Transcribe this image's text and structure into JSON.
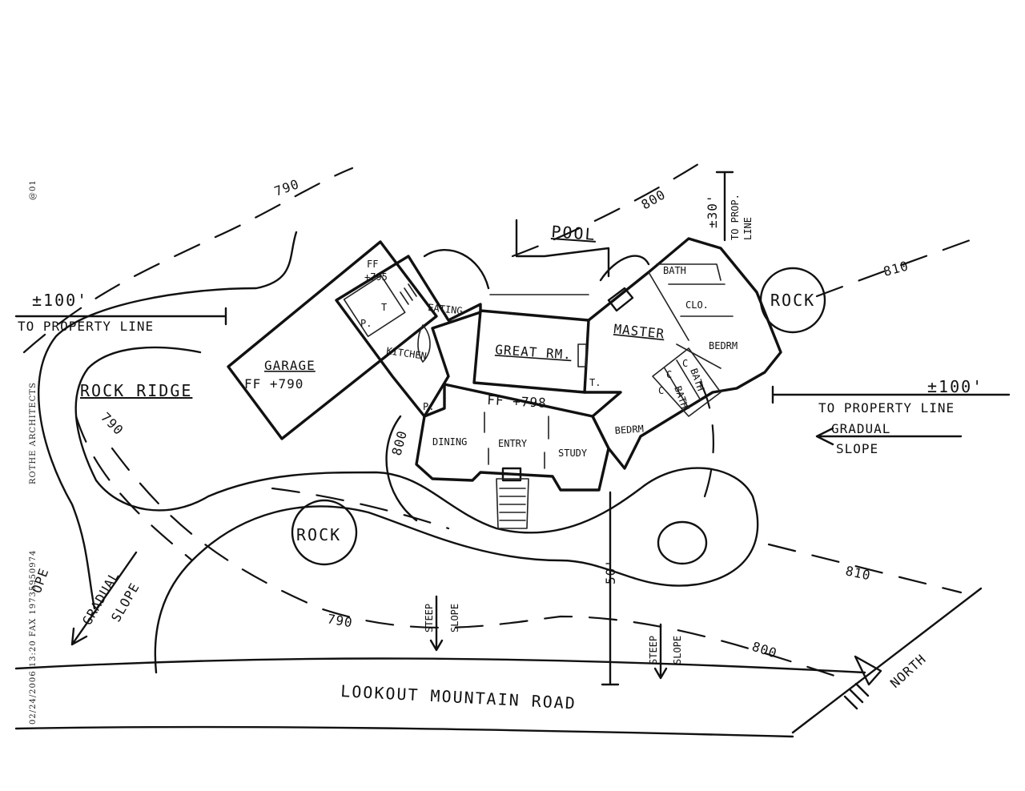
{
  "fax": {
    "page": "@01",
    "firm": "ROTHE ARCHITECTS",
    "header": "02/24/2006 13:20  FAX 19735950974"
  },
  "labels": {
    "pool": "POOL",
    "rock_a": "ROCK",
    "rock_b": "ROCK",
    "garage": "GARAGE",
    "garage_ff": "FF +790",
    "rock_ridge": "ROCK RIDGE",
    "kitchen": "KITCHEN",
    "eating": "EATING",
    "stair_ff": "FF",
    "stair_ff_val": "+795",
    "p": "P.",
    "t_stair": "T",
    "great_rm": "GREAT RM.",
    "main_ff": "FF +798",
    "t_great": "T.",
    "p_kitchen": "P.",
    "dining": "DINING",
    "entry": "ENTRY",
    "study": "STUDY",
    "master": "MASTER",
    "bath_top": "BATH",
    "clo": "CLO.",
    "bedrm_top": "BEDRM",
    "bedrm_bottom": "BEDRM",
    "bath_small": "BATH",
    "bath_mid": "BATH",
    "c1": "C",
    "c2": "C",
    "c3": "C",
    "dist_left": "±100'",
    "to_property_left": "TO PROPERTY LINE",
    "dist_right": "±100'",
    "to_property_right": "TO PROPERTY LINE",
    "dist_top": "±30'",
    "to_prop_line_a": "TO PROP.",
    "to_prop_line_b": "LINE",
    "gradual_right_a": "GRADUAL",
    "gradual_right_b": "SLOPE",
    "gradual_left_a": "GRADUAL",
    "gradual_left_b": "SLOPE",
    "slope_edge": "OPE",
    "steep_a1": "STEEP",
    "steep_a2": "SLOPE",
    "steep_b1": "STEEP",
    "steep_b2": "SLOPE",
    "dim_50": "50'",
    "contour_790_top": "790",
    "contour_790_left": "790",
    "contour_790_bottom": "790",
    "contour_800_top": "800",
    "contour_800_left": "800",
    "contour_800_bottom": "800",
    "contour_810_right": "810",
    "contour_810_mid": "810",
    "road": "LOOKOUT  MOUNTAIN  ROAD",
    "north": "NORTH"
  },
  "colors": {
    "ink": "#111111",
    "paper": "#ffffff"
  }
}
